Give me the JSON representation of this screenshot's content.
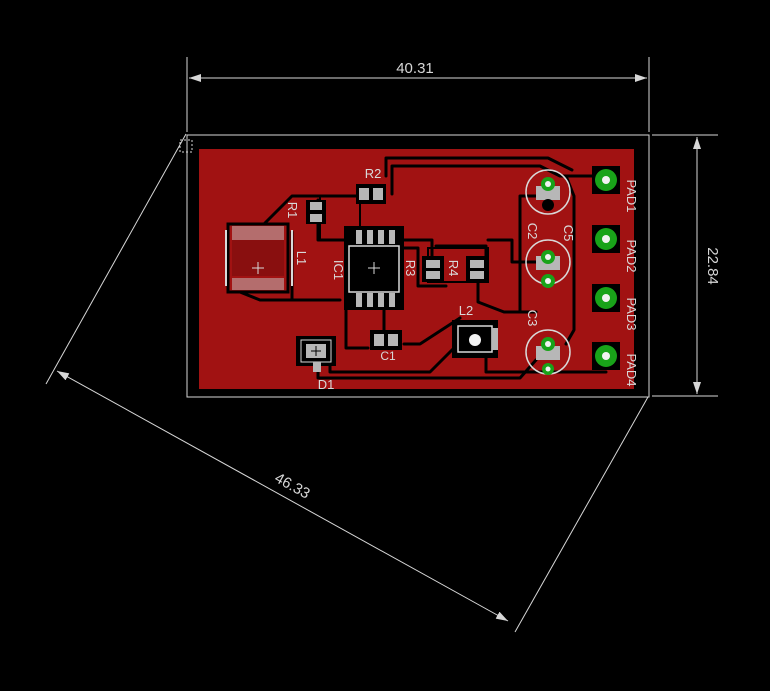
{
  "colors": {
    "background": "#000000",
    "dimension": "#d7d7d7",
    "copper": "#a11212",
    "trace": "#000000",
    "silk": "#d9d9d9",
    "pad": "#b7b7b7",
    "via_ring": "#19a319",
    "via_hole": "#f2f2f2"
  },
  "dimensions": {
    "width": "40.31",
    "height": "22.84",
    "diagonal": "46.33"
  },
  "components": {
    "r1": "R1",
    "r2": "R2",
    "r3": "R3",
    "r4": "R4",
    "l1": "L1",
    "l2": "L2",
    "ic1": "IC1",
    "c1": "C1",
    "c2": "C2",
    "c3": "C3",
    "c5": "C5",
    "d1": "D1"
  },
  "pads": [
    "PAD1",
    "PAD2",
    "PAD3",
    "PAD4"
  ]
}
